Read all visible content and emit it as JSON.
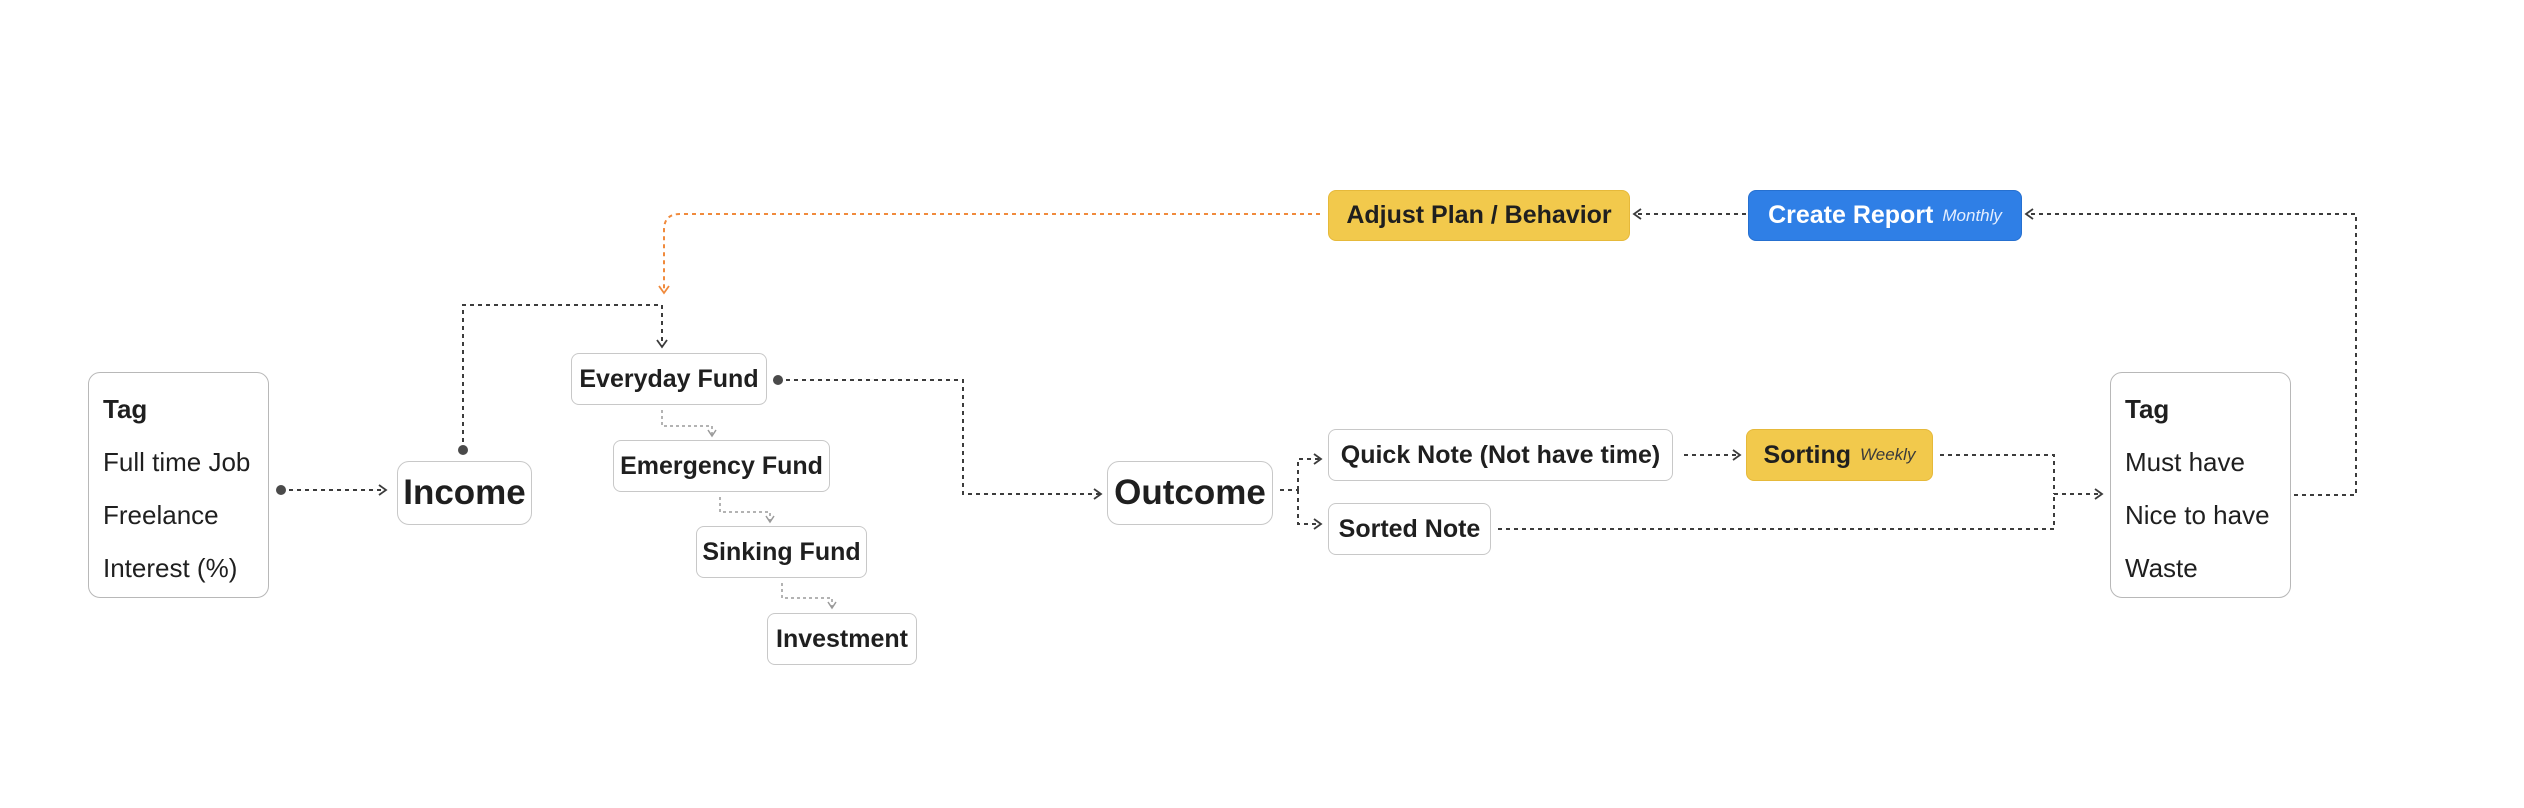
{
  "colors": {
    "connector": "#3c3c3c",
    "connector_light": "#9a9a9a",
    "feedback": "#f08a3c",
    "highlight_yellow": "#f2c94c",
    "report_blue": "#2f7fe6"
  },
  "income_tags": {
    "title": "Tag",
    "items": [
      "Full time Job",
      "Freelance",
      "Interest (%)"
    ]
  },
  "income": {
    "label": "Income"
  },
  "funds": {
    "everyday": "Everyday Fund",
    "emergency": "Emergency Fund",
    "sinking": "Sinking Fund",
    "investment": "Investment"
  },
  "outcome": {
    "label": "Outcome"
  },
  "notes": {
    "quick": "Quick Note (Not have time)",
    "sorted": "Sorted Note"
  },
  "sorting": {
    "label": "Sorting",
    "frequency": "Weekly"
  },
  "outcome_tags": {
    "title": "Tag",
    "items": [
      "Must have",
      "Nice to have",
      "Waste"
    ]
  },
  "report": {
    "label": "Create Report",
    "frequency": "Monthly"
  },
  "adjust": {
    "label": "Adjust Plan / Behavior"
  }
}
